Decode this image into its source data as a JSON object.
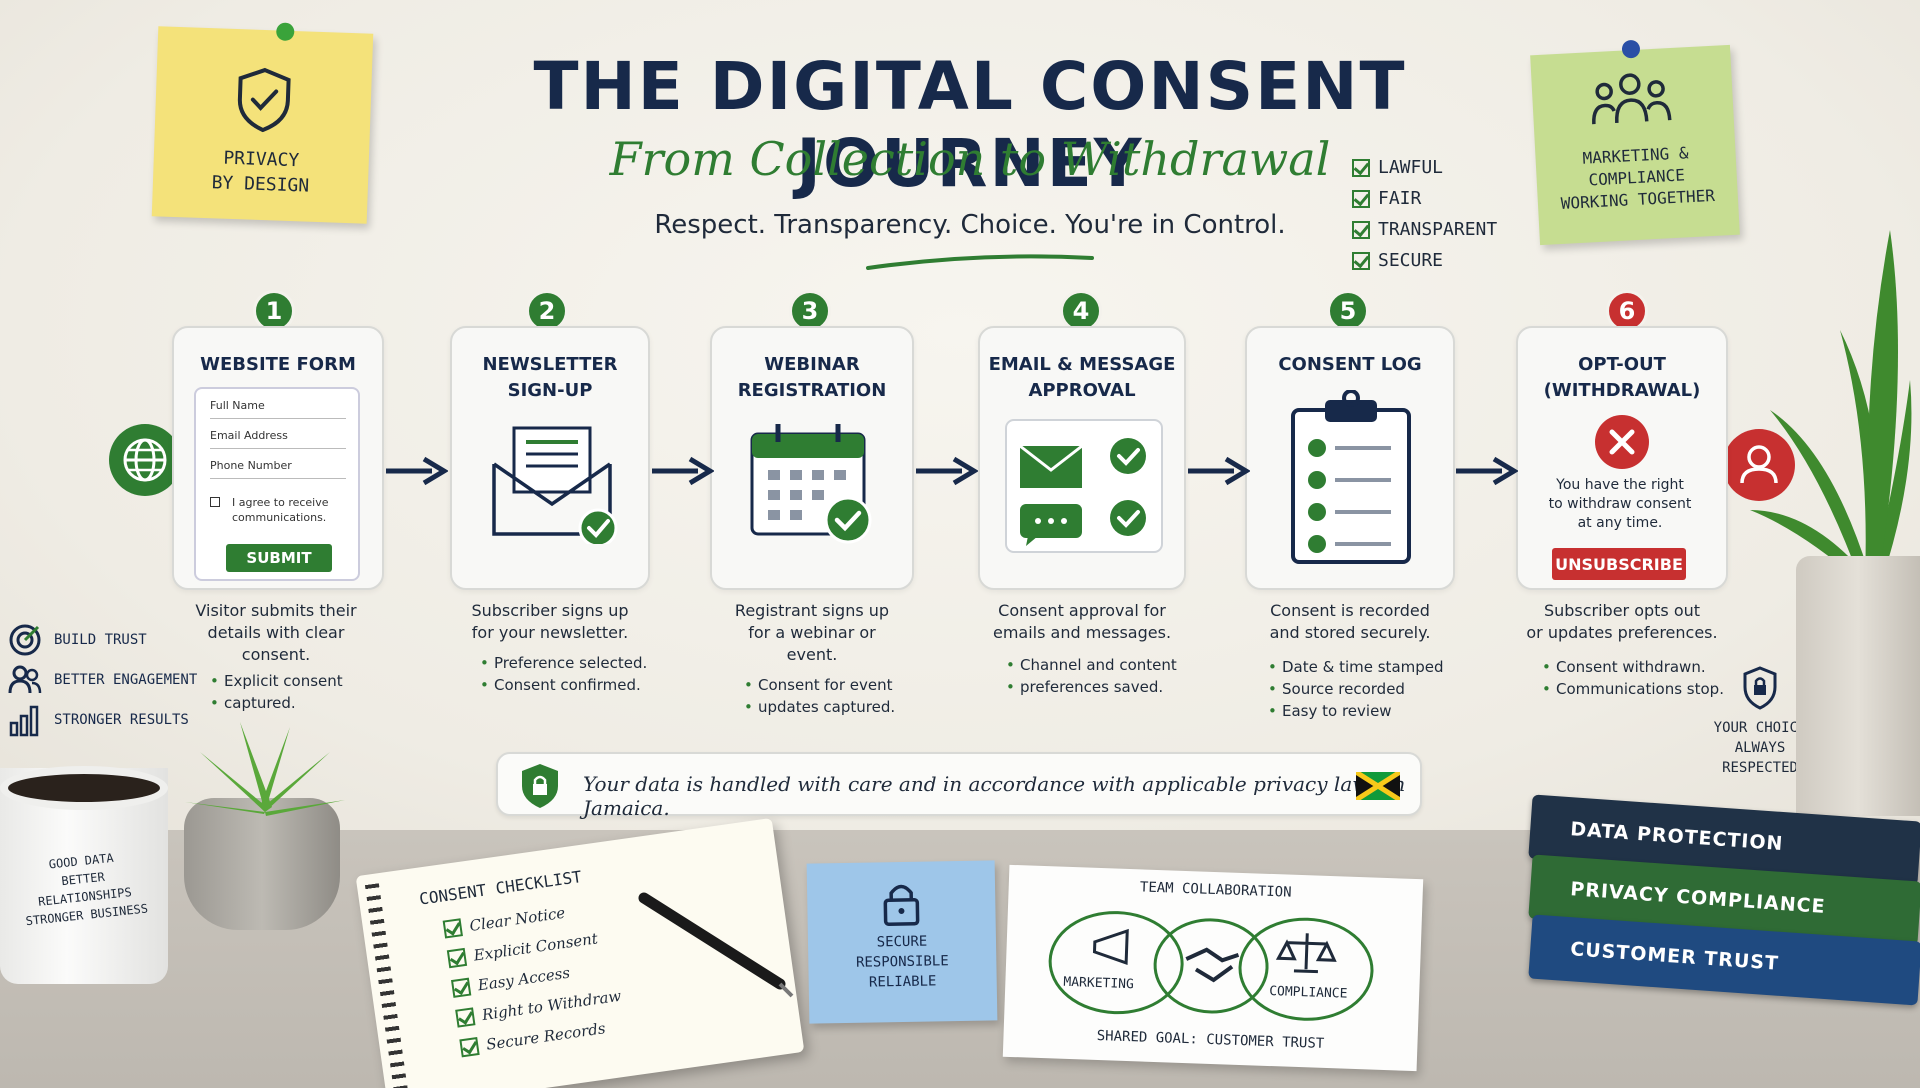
{
  "header": {
    "title": "THE DIGITAL CONSENT JOURNEY",
    "subtitle": "From Collection to Withdrawal",
    "tagline": "Respect. Transparency. Choice. You're in Control."
  },
  "sticky_left": {
    "line1": "Privacy",
    "line2": "By Design"
  },
  "sticky_right": {
    "line1": "Marketing &",
    "line2": "Compliance",
    "line3": "Working Together"
  },
  "principles": [
    "Lawful",
    "Fair",
    "Transparent",
    "Secure"
  ],
  "steps": [
    {
      "number": "1",
      "title1": "WEBSITE FORM",
      "title2": "",
      "desc": [
        "Visitor submits their",
        "details with clear",
        "consent."
      ],
      "bullets": [
        "Explicit consent",
        "captured."
      ]
    },
    {
      "number": "2",
      "title1": "NEWSLETTER",
      "title2": "SIGN-UP",
      "desc": [
        "Subscriber signs up",
        "for your newsletter."
      ],
      "bullets": [
        "Preference selected.",
        "Consent confirmed."
      ]
    },
    {
      "number": "3",
      "title1": "WEBINAR",
      "title2": "REGISTRATION",
      "desc": [
        "Registrant signs up",
        "for a webinar or",
        "event."
      ],
      "bullets": [
        "Consent for event",
        "updates captured."
      ]
    },
    {
      "number": "4",
      "title1": "EMAIL & MESSAGE",
      "title2": "APPROVAL",
      "desc": [
        "Consent approval for",
        "emails and messages."
      ],
      "bullets": [
        "Channel and content",
        "preferences saved."
      ]
    },
    {
      "number": "5",
      "title1": "CONSENT LOG",
      "title2": "",
      "desc": [
        "Consent is recorded",
        "and stored securely."
      ],
      "bullets": [
        "Date & time stamped",
        "Source recorded",
        "Easy to review"
      ]
    },
    {
      "number": "6",
      "title1": "OPT-OUT",
      "title2": "(WITHDRAWAL)",
      "desc": [
        "Subscriber opts out",
        "or updates preferences."
      ],
      "bullets": [
        "Consent withdrawn.",
        "Communications stop."
      ]
    }
  ],
  "form": {
    "full_name": "Full Name",
    "email": "Email Address",
    "phone": "Phone Number",
    "agree1": "I agree to receive",
    "agree2": "communications.",
    "submit": "SUBMIT"
  },
  "optout": {
    "line1": "You have the right",
    "line2": "to withdraw consent",
    "line3": "at any time.",
    "button": "UNSUBSCRIBE"
  },
  "banner": {
    "text": "Your data is handled with care and in accordance with applicable privacy laws in Jamaica."
  },
  "benefits": [
    "Build Trust",
    "Better Engagement",
    "Stronger Results"
  ],
  "choice": {
    "line1": "Your Choice",
    "line2": "Always",
    "line3": "Respected"
  },
  "mug": {
    "line1": "Good Data",
    "line2": "Better Relationships",
    "line3": "Stronger Business"
  },
  "checklist": {
    "title": "Consent Checklist",
    "items": [
      "Clear Notice",
      "Explicit Consent",
      "Easy Access",
      "Right to Withdraw",
      "Secure Records"
    ]
  },
  "blue_note": {
    "line1": "Secure",
    "line2": "Responsible",
    "line3": "Reliable"
  },
  "team": {
    "title": "Team Collaboration",
    "left": "Marketing",
    "right": "Compliance",
    "goal": "Shared Goal: Customer Trust"
  },
  "books": [
    "DATA PROTECTION",
    "PRIVACY COMPLIANCE",
    "CUSTOMER TRUST"
  ],
  "colors": {
    "navy": "#17294a",
    "green": "#2f7d32",
    "red": "#c73030",
    "card": "#f8f8f6"
  }
}
